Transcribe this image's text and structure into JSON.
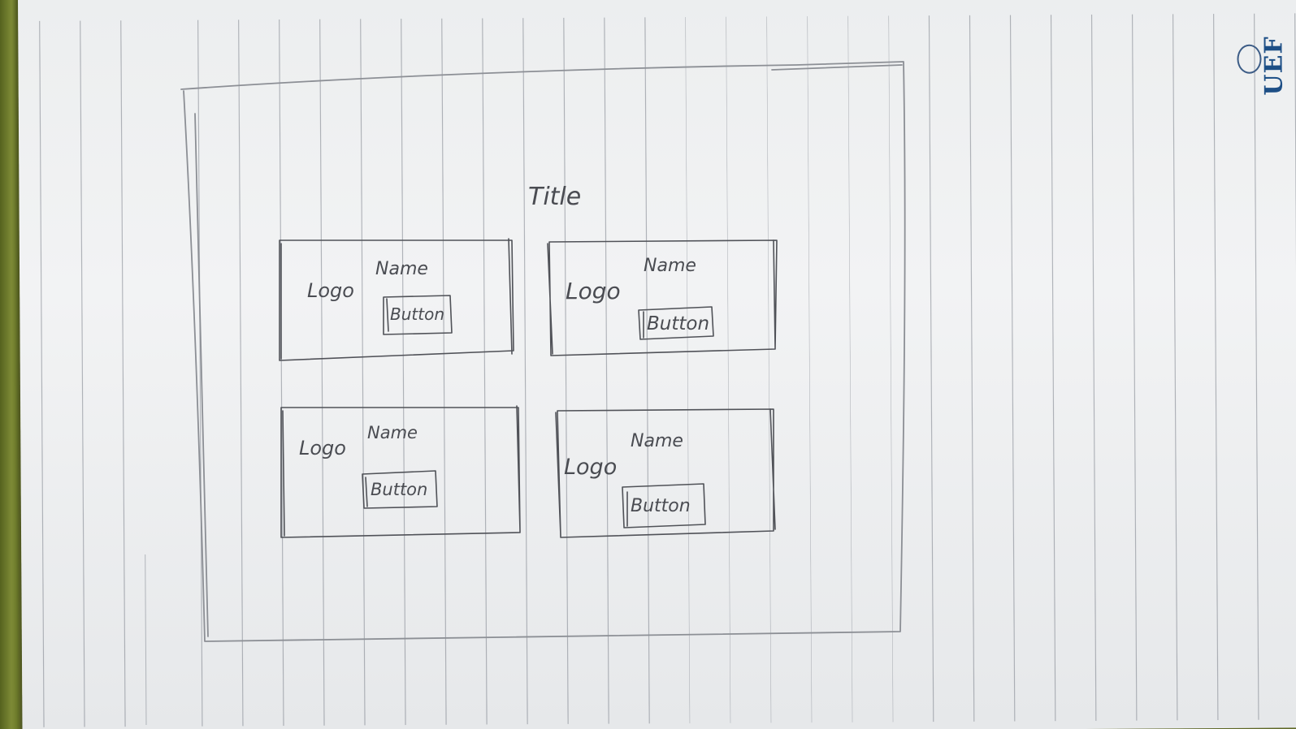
{
  "sketch": {
    "title": "Title",
    "cards": [
      {
        "logo": "Logo",
        "name": "Name",
        "button": "Button"
      },
      {
        "logo": "Logo",
        "name": "Name",
        "button": "Button"
      },
      {
        "logo": "Logo",
        "name": "Name",
        "button": "Button"
      },
      {
        "logo": "Logo",
        "name": "Name",
        "button": "Button"
      }
    ]
  },
  "paper_logo": {
    "text": "UEF",
    "color": "#1d4f86"
  },
  "colors": {
    "pencil": "#505258",
    "paper": "#eceeef",
    "background": "#6f7a2e"
  }
}
